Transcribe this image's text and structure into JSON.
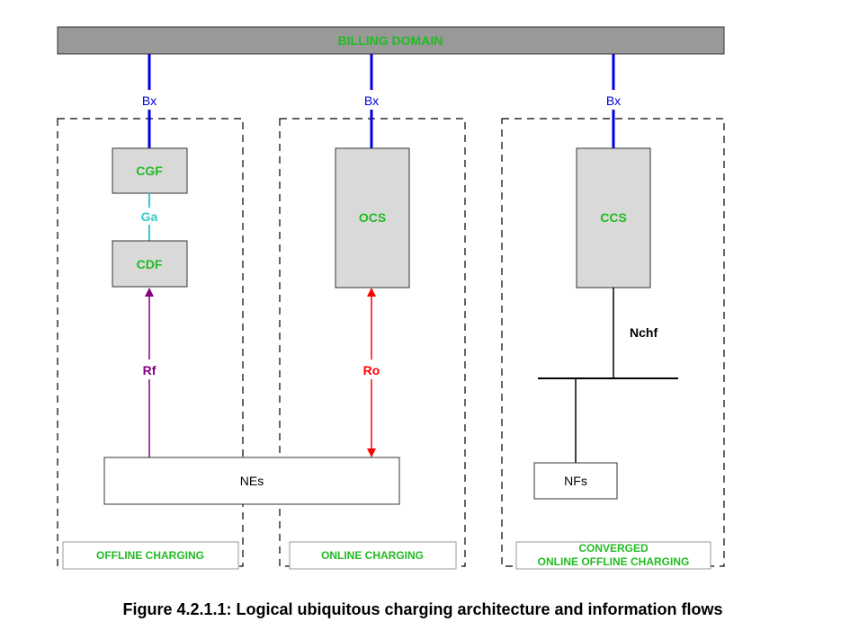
{
  "billing_domain": "BILLING DOMAIN",
  "interfaces": {
    "bx_offline": "Bx",
    "bx_online": "Bx",
    "bx_converged": "Bx",
    "ga": "Ga",
    "rf": "Rf",
    "ro": "Ro",
    "nchf": "Nchf"
  },
  "nodes": {
    "cgf": "CGF",
    "cdf": "CDF",
    "ocs": "OCS",
    "ccs": "CCS",
    "nes": "NEs",
    "nfs": "NFs"
  },
  "domains": {
    "offline": "OFFLINE CHARGING",
    "online": "ONLINE CHARGING",
    "converged_line1": "CONVERGED",
    "converged_line2": "ONLINE OFFLINE CHARGING"
  },
  "caption": "Figure 4.2.1.1: Logical ubiquitous charging architecture and information flows",
  "colors": {
    "billing_bar": "#999999",
    "node_fill": "#d9d9d9",
    "label_green": "#22bb22",
    "bx_blue": "#0000dd",
    "ga_teal": "#33cccc",
    "rf_purple": "#800080",
    "ro_red": "#ff0000"
  }
}
